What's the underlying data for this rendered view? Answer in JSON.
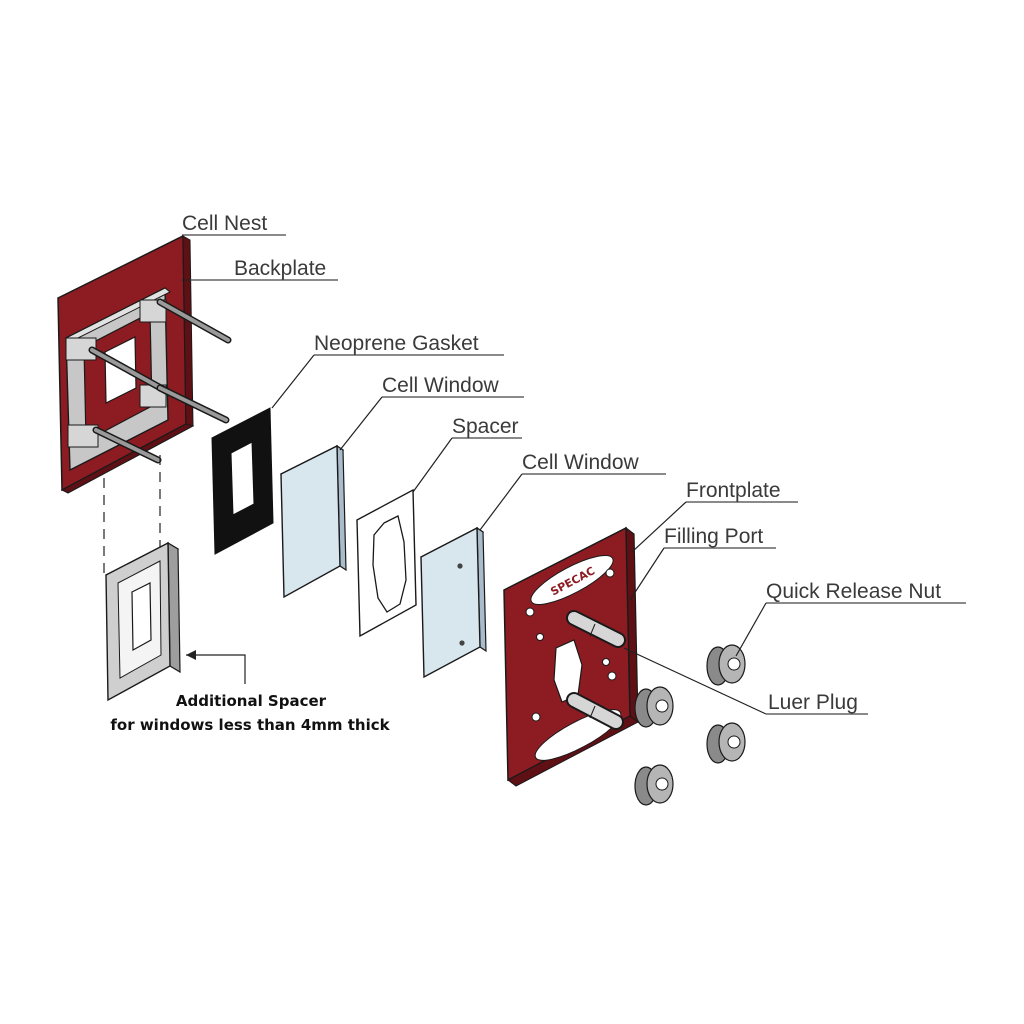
{
  "colors": {
    "plate_red": "#8c1c22",
    "plate_red_dark": "#5f1015",
    "metal_grey": "#b5b5b5",
    "window_blue": "#d8e6ee",
    "gasket_black": "#111111"
  },
  "labels": {
    "cell_nest": "Cell Nest",
    "backplate": "Backplate",
    "neoprene_gasket": "Neoprene Gasket",
    "cell_window_1": "Cell Window",
    "spacer": "Spacer",
    "cell_window_2": "Cell Window",
    "frontplate": "Frontplate",
    "filling_port": "Filling Port",
    "quick_release_nut": "Quick Release Nut",
    "luer_plug": "Luer Plug"
  },
  "additional_spacer": {
    "line1": "Additional Spacer",
    "line2": "for windows less than 4mm thick"
  },
  "frontplate_logo": "SPECAC"
}
